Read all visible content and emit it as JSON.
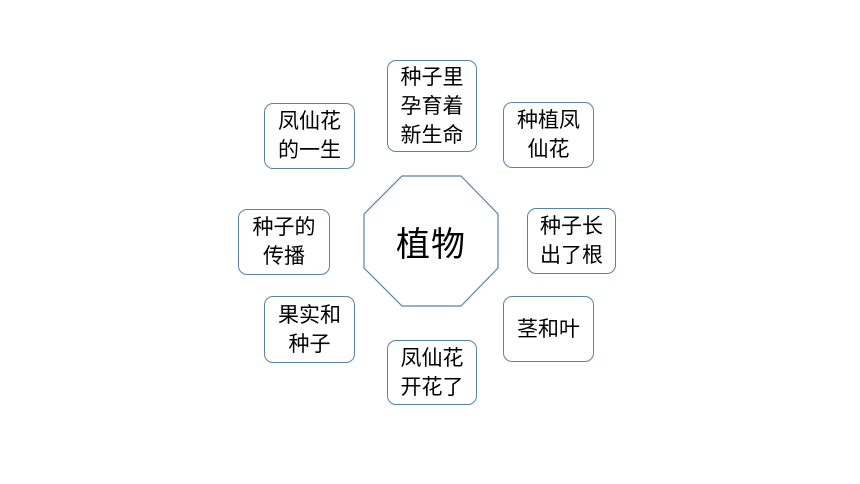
{
  "center": {
    "label": "植物"
  },
  "nodes": [
    {
      "line1": "种子里",
      "line2": "孕育着",
      "line3": "新生命"
    },
    {
      "line1": "种植凤",
      "line2": "仙花"
    },
    {
      "line1": "种子长",
      "line2": "出了根"
    },
    {
      "line1": "茎和叶"
    },
    {
      "line1": "凤仙花",
      "line2": "开花了"
    },
    {
      "line1": "果实和",
      "line2": "种子"
    },
    {
      "line1": "种子的",
      "line2": "传播"
    },
    {
      "line1": "凤仙花",
      "line2": "的一生"
    }
  ],
  "colors": {
    "border": "#5b82a8",
    "text": "#000000",
    "background": "#ffffff"
  }
}
